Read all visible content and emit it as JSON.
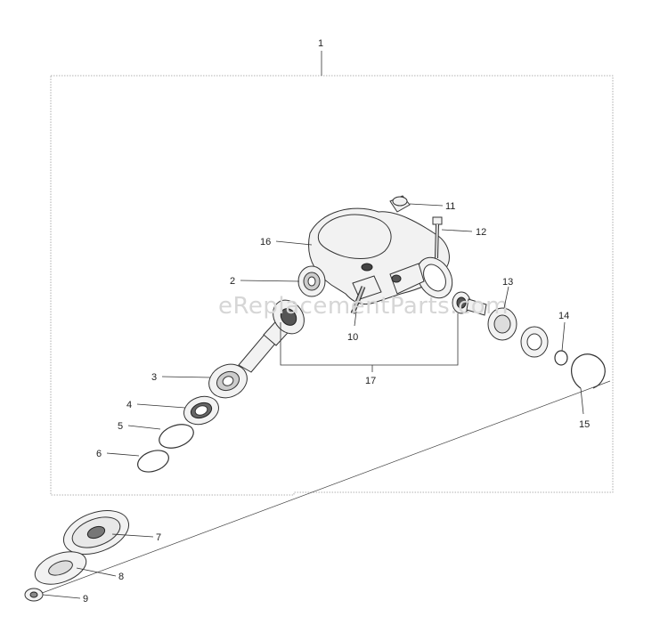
{
  "watermark": "eReplacementParts.com",
  "labels": {
    "l1": "1",
    "l2": "2",
    "l3": "3",
    "l4": "4",
    "l5": "5",
    "l6": "6",
    "l7": "7",
    "l8": "8",
    "l9": "9",
    "l10": "10",
    "l11": "11",
    "l12": "12",
    "l13": "13",
    "l14": "14",
    "l15": "15",
    "l16": "16",
    "l17": "17"
  },
  "colors": {
    "line": "#333333",
    "frame": "#999999",
    "watermark": "#d6d6d6"
  }
}
